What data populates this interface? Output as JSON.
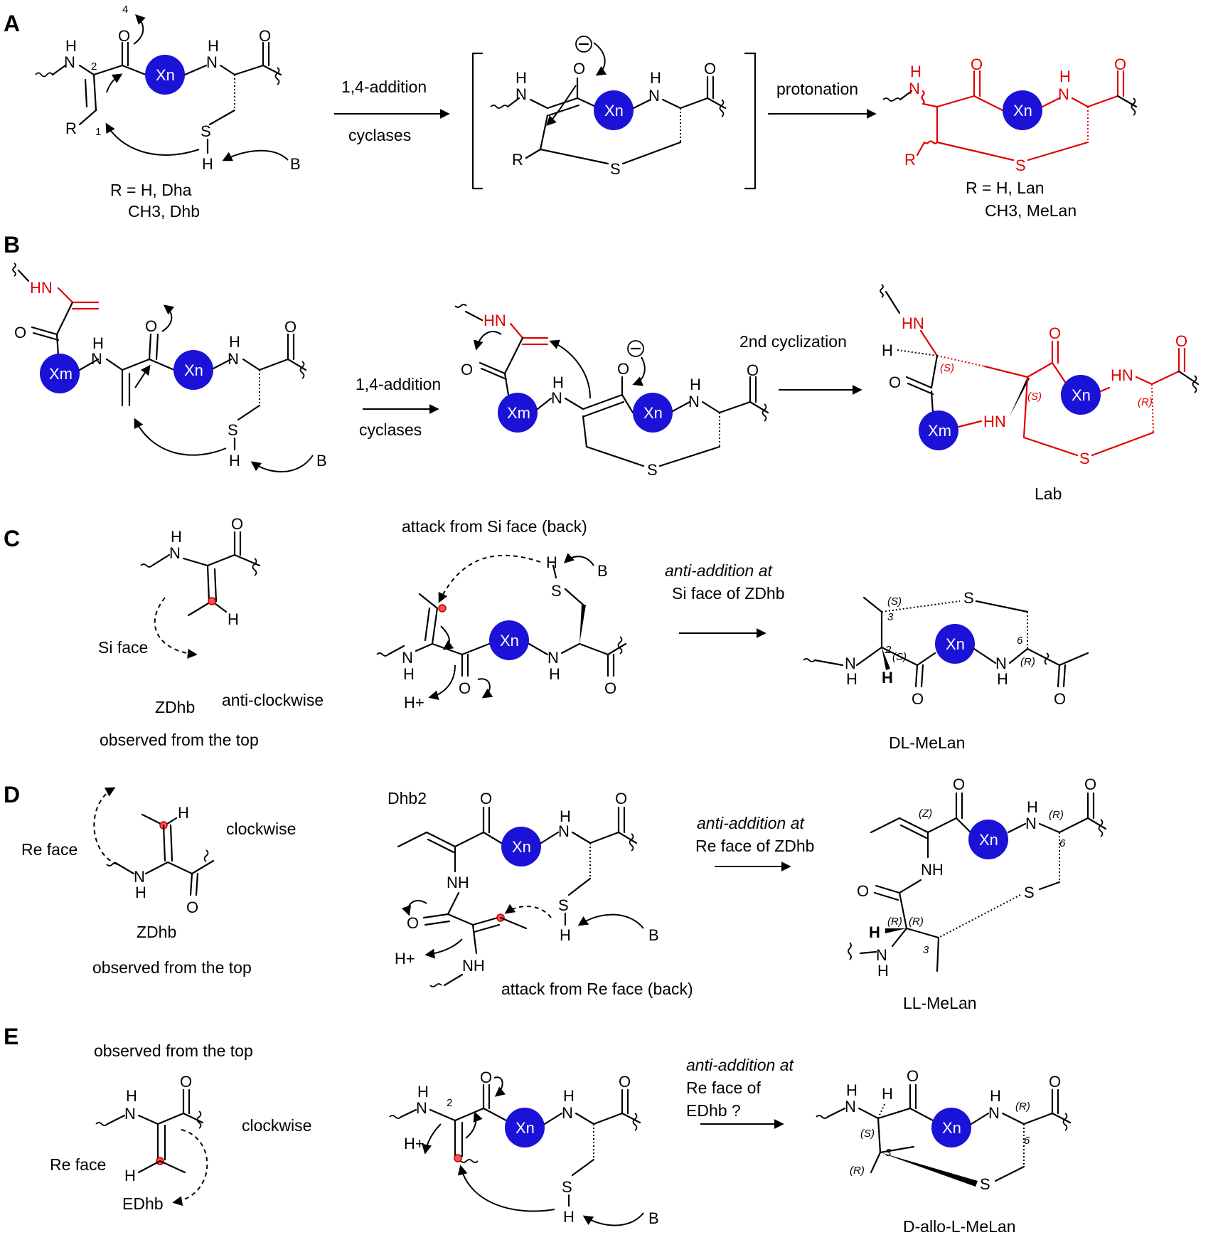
{
  "panels": {
    "A": {
      "letter": "A",
      "arrow1_top": "1,4-addition",
      "arrow1_bottom": "cyclases",
      "arrow2_top": "protonation",
      "left_label_line1": "R = H, Dha",
      "left_label_line2": "CH3, Dhb",
      "right_label_line1": "R = H, Lan",
      "right_label_line2": "CH3, MeLan",
      "pos_2": "2",
      "pos_1": "1",
      "pos_4": "4"
    },
    "B": {
      "letter": "B",
      "arrow1_top": "1,4-addition",
      "arrow1_bottom": "cyclases",
      "arrow2_top": "2nd cyclization",
      "product_label": "Lab"
    },
    "C": {
      "letter": "C",
      "mid_caption": "attack from Si face (back)",
      "arrow_top_line1": "anti-addition at",
      "arrow_top_line2": "Si face of ZDhb",
      "face_label": "Si face",
      "substrate_label": "ZDhb",
      "rotation_label": "anti-clockwise",
      "observed": "observed from the top",
      "product_label": "DL-MeLan"
    },
    "D": {
      "letter": "D",
      "dhb2_label": "Dhb2",
      "mid_caption": "attack from Re face (back)",
      "arrow_top_line1": "anti-addition at",
      "arrow_top_line2": "Re face of ZDhb",
      "face_label": "Re face",
      "rotation_label": "clockwise",
      "substrate_label": "ZDhb",
      "observed": "observed from the top",
      "product_label": "LL-MeLan"
    },
    "E": {
      "letter": "E",
      "observed": "observed from the top",
      "rotation_label": "clockwise",
      "face_label": "Re face",
      "substrate_label": "EDhb",
      "arrow_top_line1": "anti-addition at",
      "arrow_top_line2": "Re face of",
      "arrow_top_line3": "EDhb ?",
      "product_label": "D-allo-L-MeLan"
    }
  },
  "residues": {
    "xn": "Xn",
    "xm": "Xm"
  },
  "atoms": {
    "O": "O",
    "S": "S",
    "H": "H",
    "N": "N",
    "NH": "NH",
    "HN": "HN",
    "R": "R",
    "B": "B",
    "Hplus": "H+"
  },
  "stereo": {
    "S": "(S)",
    "R": "(R)",
    "Z": "(Z)",
    "n2": "2",
    "n3": "3",
    "n6": "6"
  },
  "colors": {
    "highlight_red": "#e00000",
    "residue_blue": "#1a12d6",
    "reactive_dot": "#ff5050"
  }
}
